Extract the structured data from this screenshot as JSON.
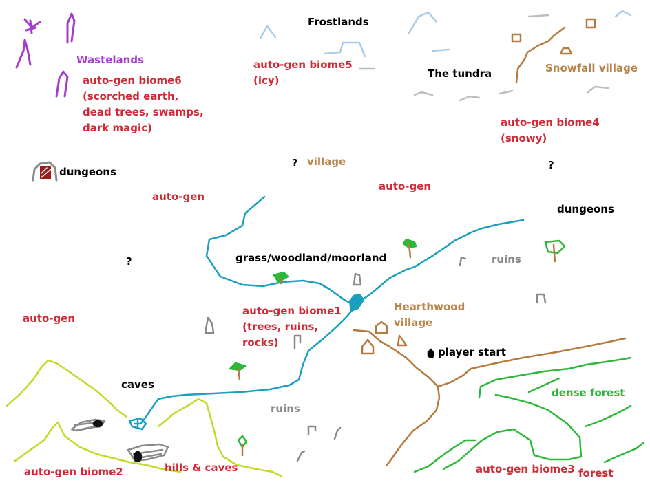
{
  "colors": {
    "river": "#1a9fbf",
    "road": "#b57a3e",
    "forest": "#2db83a",
    "hills": "#c4d82a",
    "ice": "#a9cde9",
    "snow_stroke": "#bdbdbd",
    "wasteland": "#a43ec8",
    "ruins": "#8a8a8a",
    "autogen_label": "#d12a36",
    "settlement_label": "#b8844a",
    "region_label": "#000000"
  },
  "labels": {
    "wastelands": "Wastelands",
    "biome6": "auto-gen biome6\n(scorched earth,\ndead trees, swamps,\ndark magic)",
    "frostlands": "Frostlands",
    "biome5": "auto-gen biome5\n(icy)",
    "tundra": "The tundra",
    "snowfall_village": "Snowfall village",
    "biome4": "auto-gen biome4\n(snowy)",
    "dungeons_west": "dungeons",
    "question_village": "?",
    "village": "village",
    "question_east": "?",
    "autogen_north": "auto-gen",
    "autogen_west": "auto-gen",
    "dungeons_east": "dungeons",
    "question_west": "?",
    "grassland": "grass/woodland/moorland",
    "ruins_east": "ruins",
    "biome1": "auto-gen biome1\n(trees, ruins,\nrocks)",
    "hearthwood_village": "Hearthwood\nvillage",
    "autogen_far_west": "auto-gen",
    "player_start": "player start",
    "caves": "caves",
    "dense_forest": "dense forest",
    "ruins_south": "ruins",
    "biome2": "auto-gen biome2",
    "hills_caves": "hills & caves",
    "biome3": "auto-gen biome3",
    "forest": "forest"
  },
  "icons": [
    "wasteland-tree-icon",
    "dungeon-entrance-icon",
    "ice-peak-icon",
    "snow-house-icon",
    "tree-icon",
    "ruin-pillar-icon",
    "village-house-icon",
    "cave-entrance-icon",
    "player-marker-icon"
  ]
}
